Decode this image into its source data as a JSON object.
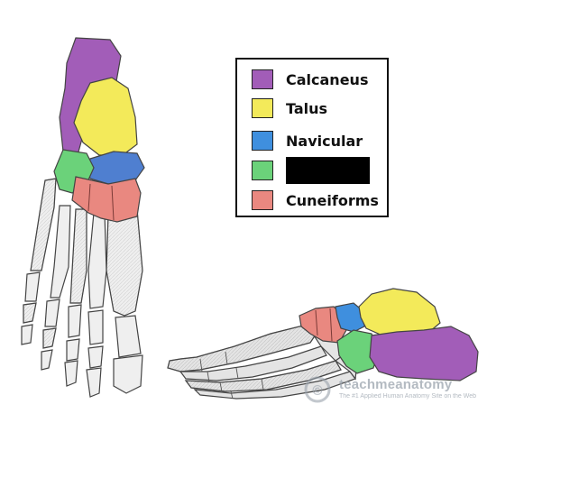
{
  "legend": {
    "items": [
      {
        "label": "Calcaneus",
        "color": "#a25db8"
      },
      {
        "label": "Talus",
        "color": "#f3ea5a"
      },
      {
        "label": "Navicular",
        "color": "#3f8fde"
      },
      {
        "label": "",
        "color": "#6bd27a",
        "redacted": true
      },
      {
        "label": "Cuneiforms",
        "color": "#e98880"
      }
    ]
  },
  "watermark": {
    "brand": "teachmeanatomy",
    "tagline": "The #1 Applied Human Anatomy Site on the Web",
    "symbol": "©"
  },
  "colors": {
    "bone": "#e9e9e9",
    "bone_outline": "#555555",
    "calcaneus": "#a25db8",
    "talus": "#f3ea5a",
    "navicular": "#4f7fd0",
    "cuboid": "#6bd27a",
    "cuneiforms": "#e98880"
  }
}
